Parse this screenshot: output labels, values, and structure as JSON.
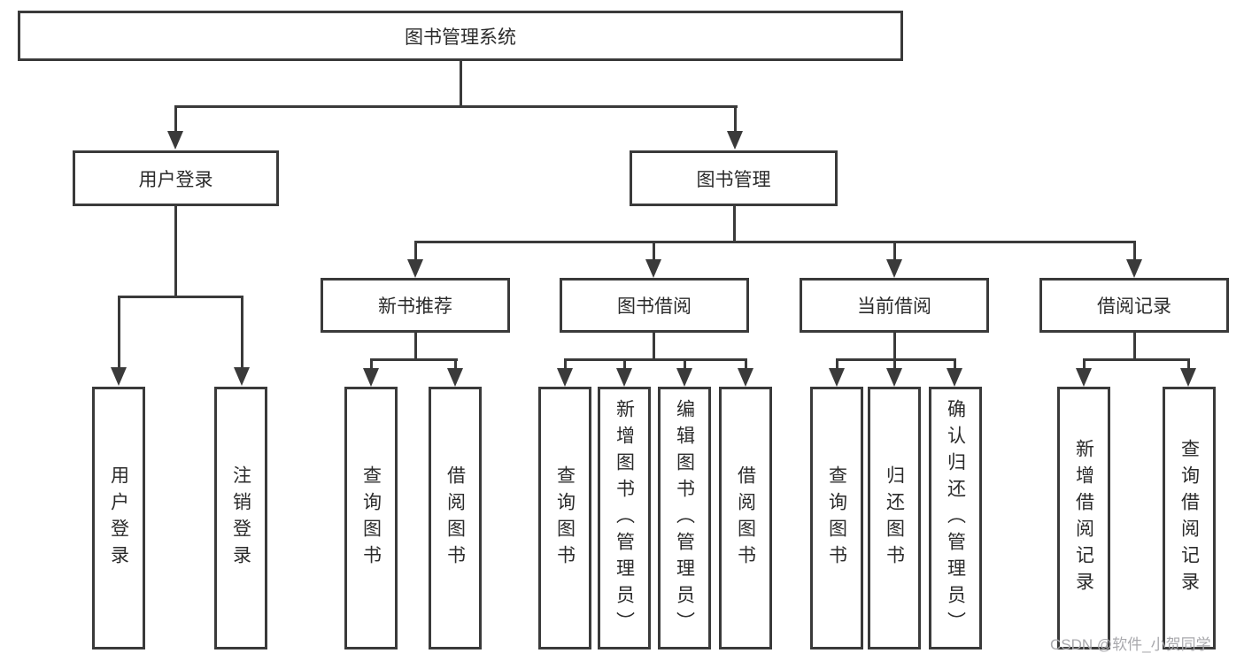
{
  "colors": {
    "line": "#3a3a3a",
    "text": "#2b2b2b",
    "bg": "#ffffff",
    "watermark": "#a9a9ad"
  },
  "watermark": {
    "text": "CSDN @软件_小贺同学"
  },
  "diagram": {
    "root": {
      "label": "图书管理系统",
      "children": [
        {
          "label": "用户登录",
          "children": [
            {
              "label": "用户登录"
            },
            {
              "label": "注销登录"
            }
          ]
        },
        {
          "label": "图书管理",
          "children": [
            {
              "label": "新书推荐",
              "children": [
                {
                  "label": "查询图书"
                },
                {
                  "label": "借阅图书"
                }
              ]
            },
            {
              "label": "图书借阅",
              "children": [
                {
                  "label": "查询图书"
                },
                {
                  "label": "新增图书（管理员）"
                },
                {
                  "label": "编辑图书（管理员）"
                },
                {
                  "label": "借阅图书"
                }
              ]
            },
            {
              "label": "当前借阅",
              "children": [
                {
                  "label": "查询图书"
                },
                {
                  "label": "归还图书"
                },
                {
                  "label": "确认归还（管理员）"
                }
              ]
            },
            {
              "label": "借阅记录",
              "children": [
                {
                  "label": "新增借阅记录"
                },
                {
                  "label": "查询借阅记录"
                }
              ]
            }
          ]
        }
      ]
    }
  }
}
